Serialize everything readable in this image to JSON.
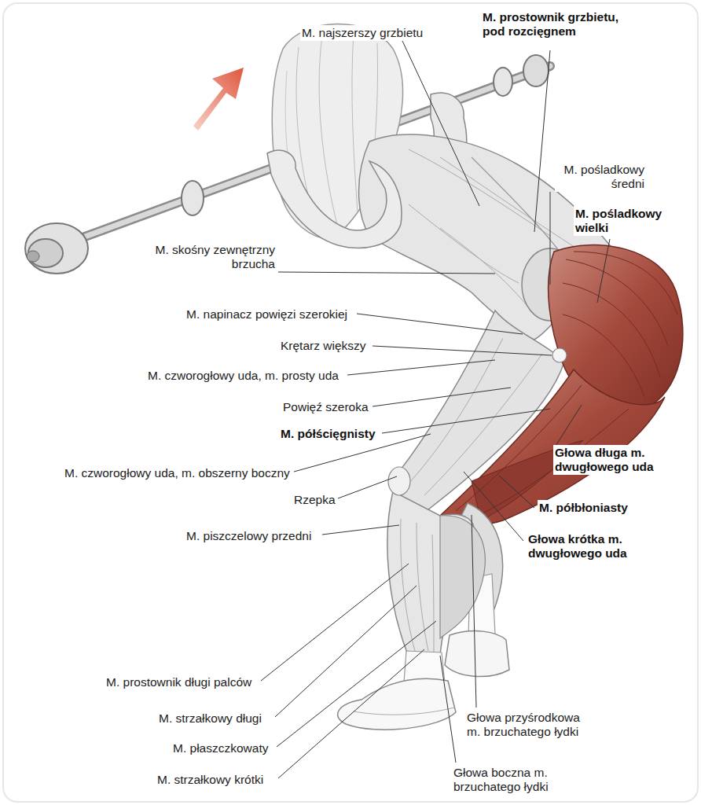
{
  "diagram": {
    "labels": [
      "M. najszerszy grzbietu",
      "M. prostownik grzbietu, pod rozcięgnem",
      "M. pośladkowy średni",
      "M. pośladkowy wielki",
      "M. skośny zewnętrzny brzucha",
      "M. napinacz powięzi szerokiej",
      "Krętarz większy",
      "M. czworogłowy uda, m. prosty uda",
      "Powięź szeroka",
      "M. półścięgnisty",
      "Głowa długa m. dwugłowego uda",
      "M. czworogłowy uda, m. obszerny boczny",
      "Rzepka",
      "M. półbłoniasty",
      "Głowa krótka m. dwugłowego uda",
      "M. piszczelowy przedni",
      "M. prostownik długi palców",
      "M. strzałkowy długi",
      "M. płaszczkowaty",
      "M. strzałkowy krótki",
      "Głowa przyśrodkowa m. brzuchatego łydki",
      "Głowa boczna m. brzuchatego łydki"
    ]
  }
}
